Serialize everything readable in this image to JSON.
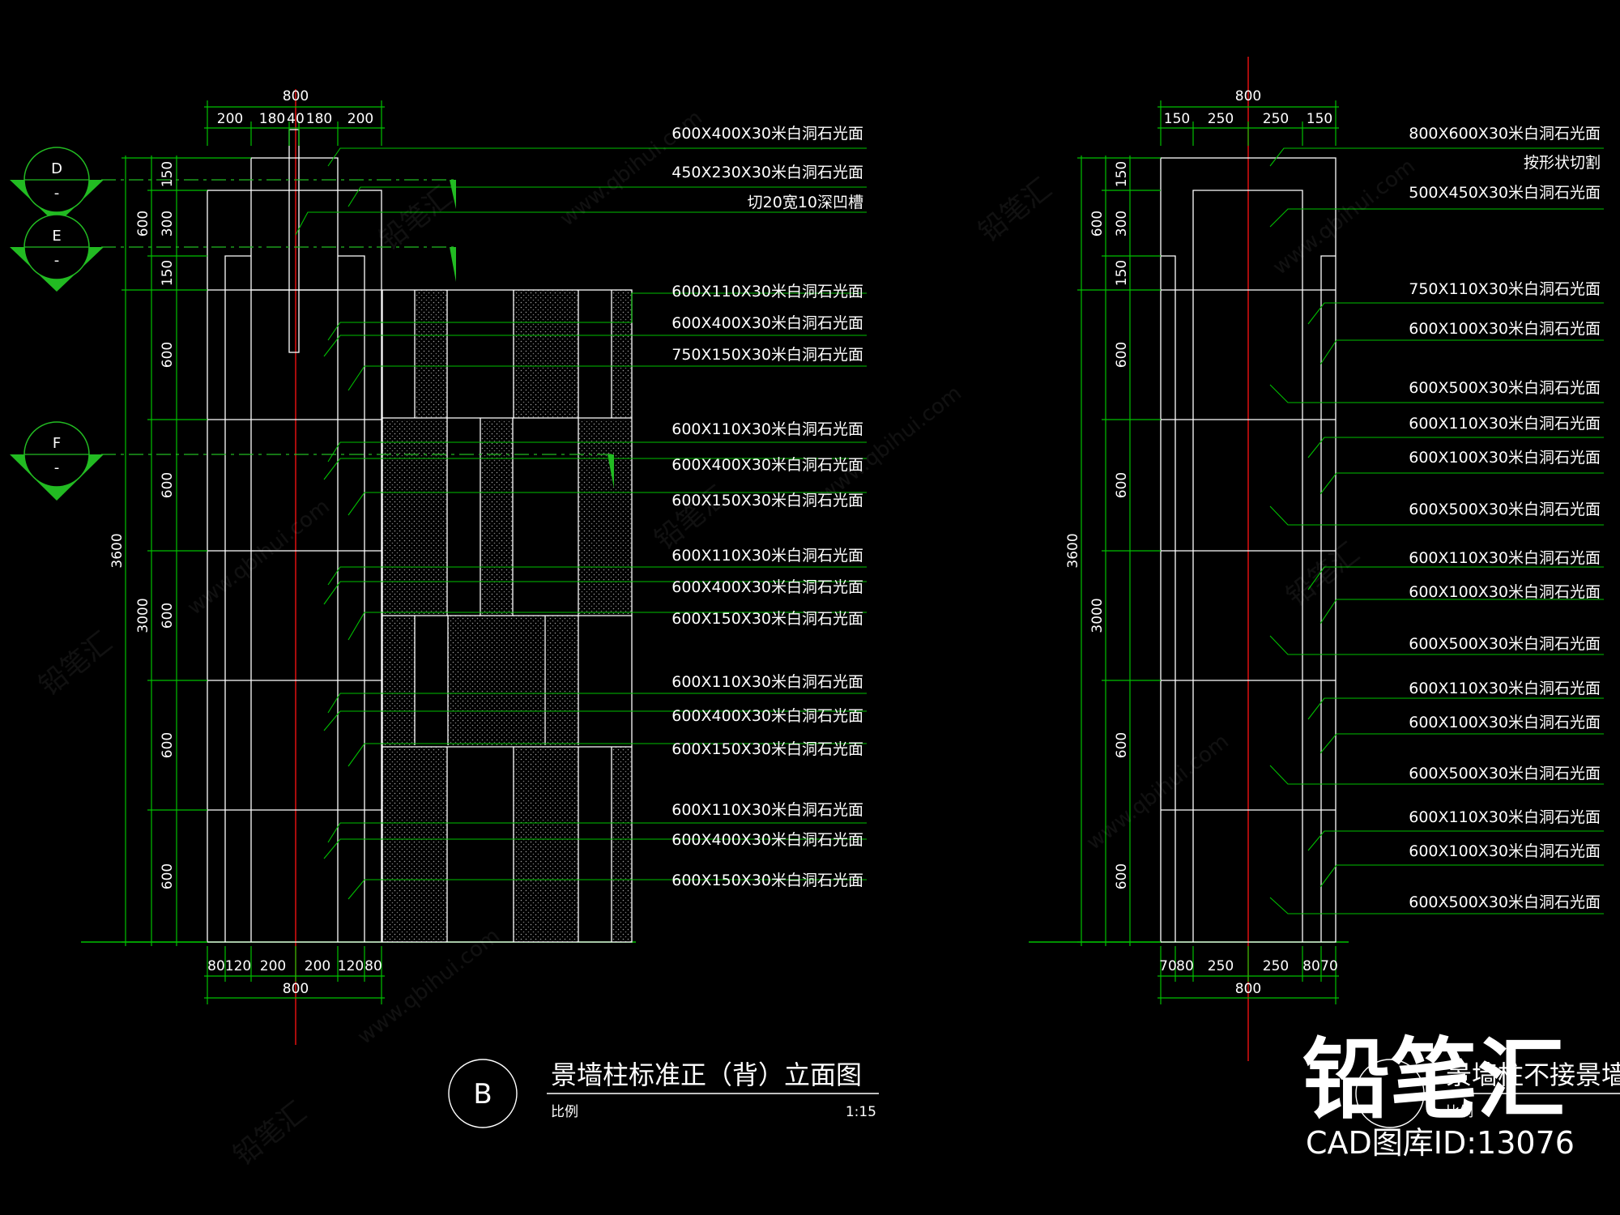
{
  "colors": {
    "background": "#000000",
    "dimension": "#00c000",
    "outline": "#ffffff",
    "centerline": "#e01010",
    "section": "#22bb22"
  },
  "left": {
    "overall_top": "800",
    "top_dims": [
      "200",
      "180",
      "40",
      "180",
      "200"
    ],
    "bottom_dims": [
      "80",
      "120",
      "200",
      "200",
      "120",
      "80"
    ],
    "overall_bottom": "800",
    "height_total": "3600",
    "height_body": "3000",
    "vert_top": [
      "150",
      "300",
      "150"
    ],
    "vert_top_group": "600",
    "vert_rows": [
      "600",
      "600",
      "600",
      "600",
      "600"
    ],
    "annotations": [
      "600X400X30米白洞石光面",
      "450X230X30米白洞石光面",
      "切20宽10深凹槽",
      "600X110X30米白洞石光面",
      "600X400X30米白洞石光面",
      "750X150X30米白洞石光面",
      "600X110X30米白洞石光面",
      "600X400X30米白洞石光面",
      "600X150X30米白洞石光面",
      "600X110X30米白洞石光面",
      "600X400X30米白洞石光面",
      "600X150X30米白洞石光面",
      "600X110X30米白洞石光面",
      "600X400X30米白洞石光面",
      "600X150X30米白洞石光面",
      "600X110X30米白洞石光面",
      "600X400X30米白洞石光面",
      "600X150X30米白洞石光面"
    ],
    "title_mark": "B",
    "title": "景墙柱标准正（背）立面图",
    "scale_label": "比例",
    "scale_value": "1:15"
  },
  "sections": [
    {
      "letter": "D",
      "dash": "-"
    },
    {
      "letter": "E",
      "dash": "-"
    },
    {
      "letter": "F",
      "dash": "-"
    }
  ],
  "right": {
    "overall_top": "800",
    "top_dims": [
      "150",
      "250",
      "250",
      "150"
    ],
    "bottom_dims": [
      "70",
      "80",
      "250",
      "250",
      "80",
      "70"
    ],
    "overall_bottom": "800",
    "height_total": "3600",
    "height_body": "3000",
    "vert_top": [
      "150",
      "300",
      "150"
    ],
    "vert_top_group": "600",
    "vert_rows": [
      "600",
      "600",
      "600",
      "600"
    ],
    "annotations": [
      "800X600X30米白洞石光面",
      "按形状切割",
      "500X450X30米白洞石光面",
      "750X110X30米白洞石光面",
      "600X100X30米白洞石光面",
      "600X500X30米白洞石光面",
      "600X110X30米白洞石光面",
      "600X100X30米白洞石光面",
      "600X500X30米白洞石光面",
      "600X110X30米白洞石光面",
      "600X100X30米白洞石光面",
      "600X500X30米白洞石光面",
      "600X110X30米白洞石光面",
      "600X100X30米白洞石光面",
      "600X500X30米白洞石光面",
      "600X110X30米白洞石光面",
      "600X100X30米白洞石光面",
      "600X500X30米白洞石光面"
    ],
    "title_partial": "景墙柱不接景墙",
    "scale_partial": "比例"
  },
  "watermark": {
    "brand": "铅笔汇",
    "site": "www.qbihui.com",
    "id_label": "CAD图库ID:13076"
  }
}
